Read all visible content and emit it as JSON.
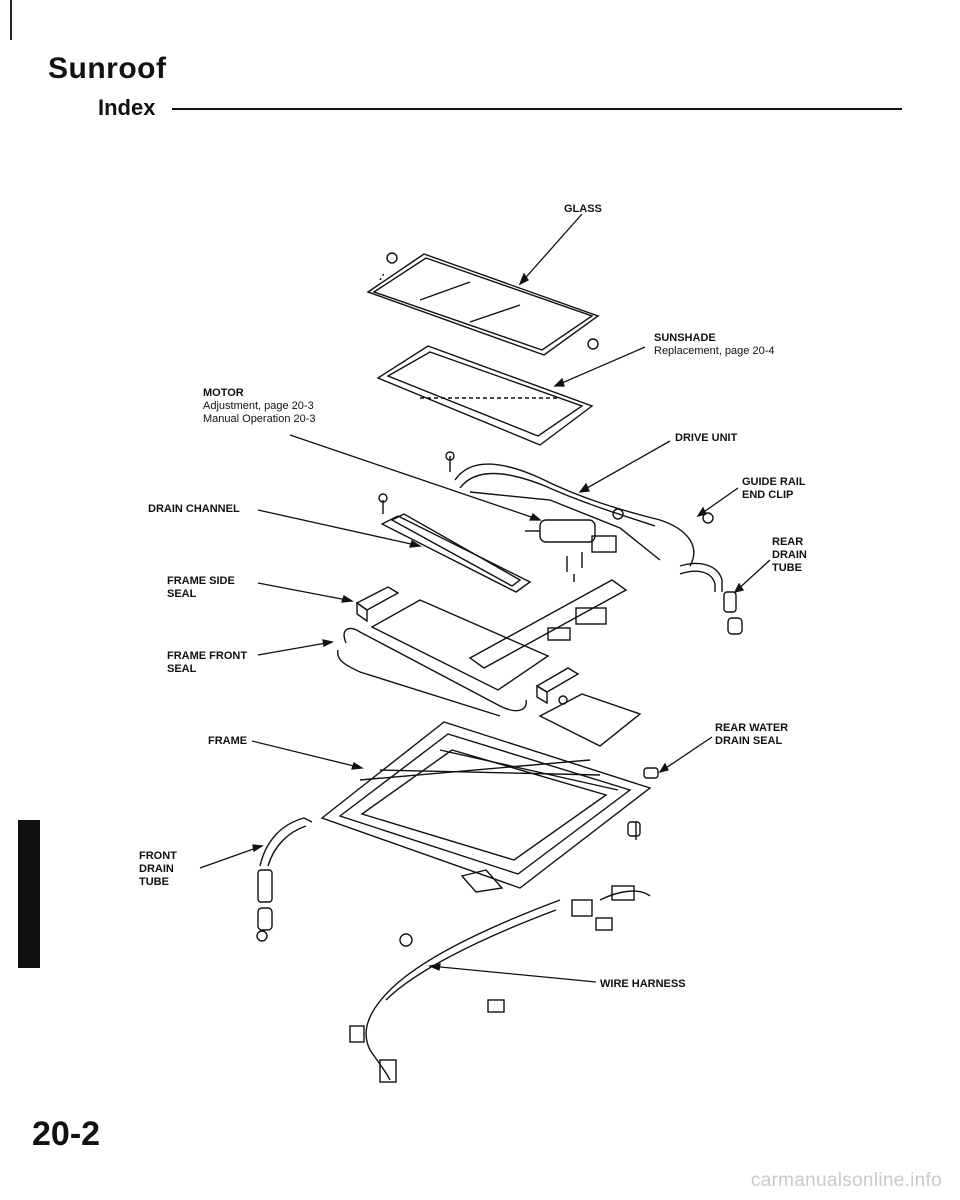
{
  "header": {
    "title": "Sunroof",
    "subtitle": "Index"
  },
  "labels": {
    "glass": "GLASS",
    "sunshade": "SUNSHADE",
    "sunshade_ref": "Replacement, page 20-4",
    "motor": "MOTOR",
    "motor_ref1": "Adjustment, page 20-3",
    "motor_ref2": "Manual Operation 20-3",
    "drive_unit": "DRIVE UNIT",
    "guide_rail_1": "GUIDE RAIL",
    "guide_rail_2": "END CLIP",
    "drain_channel": "DRAIN CHANNEL",
    "rear_drain_1": "REAR",
    "rear_drain_2": "DRAIN",
    "rear_drain_3": "TUBE",
    "frame_side_1": "FRAME SIDE",
    "frame_side_2": "SEAL",
    "frame_front_1": "FRAME FRONT",
    "frame_front_2": "SEAL",
    "frame": "FRAME",
    "rear_water_1": "REAR WATER",
    "rear_water_2": "DRAIN SEAL",
    "front_drain_1": "FRONT",
    "front_drain_2": "DRAIN",
    "front_drain_3": "TUBE",
    "wire_harness": "WIRE HARNESS"
  },
  "footer": {
    "page_number": "20-2",
    "watermark": "carmanualsonline.info"
  }
}
